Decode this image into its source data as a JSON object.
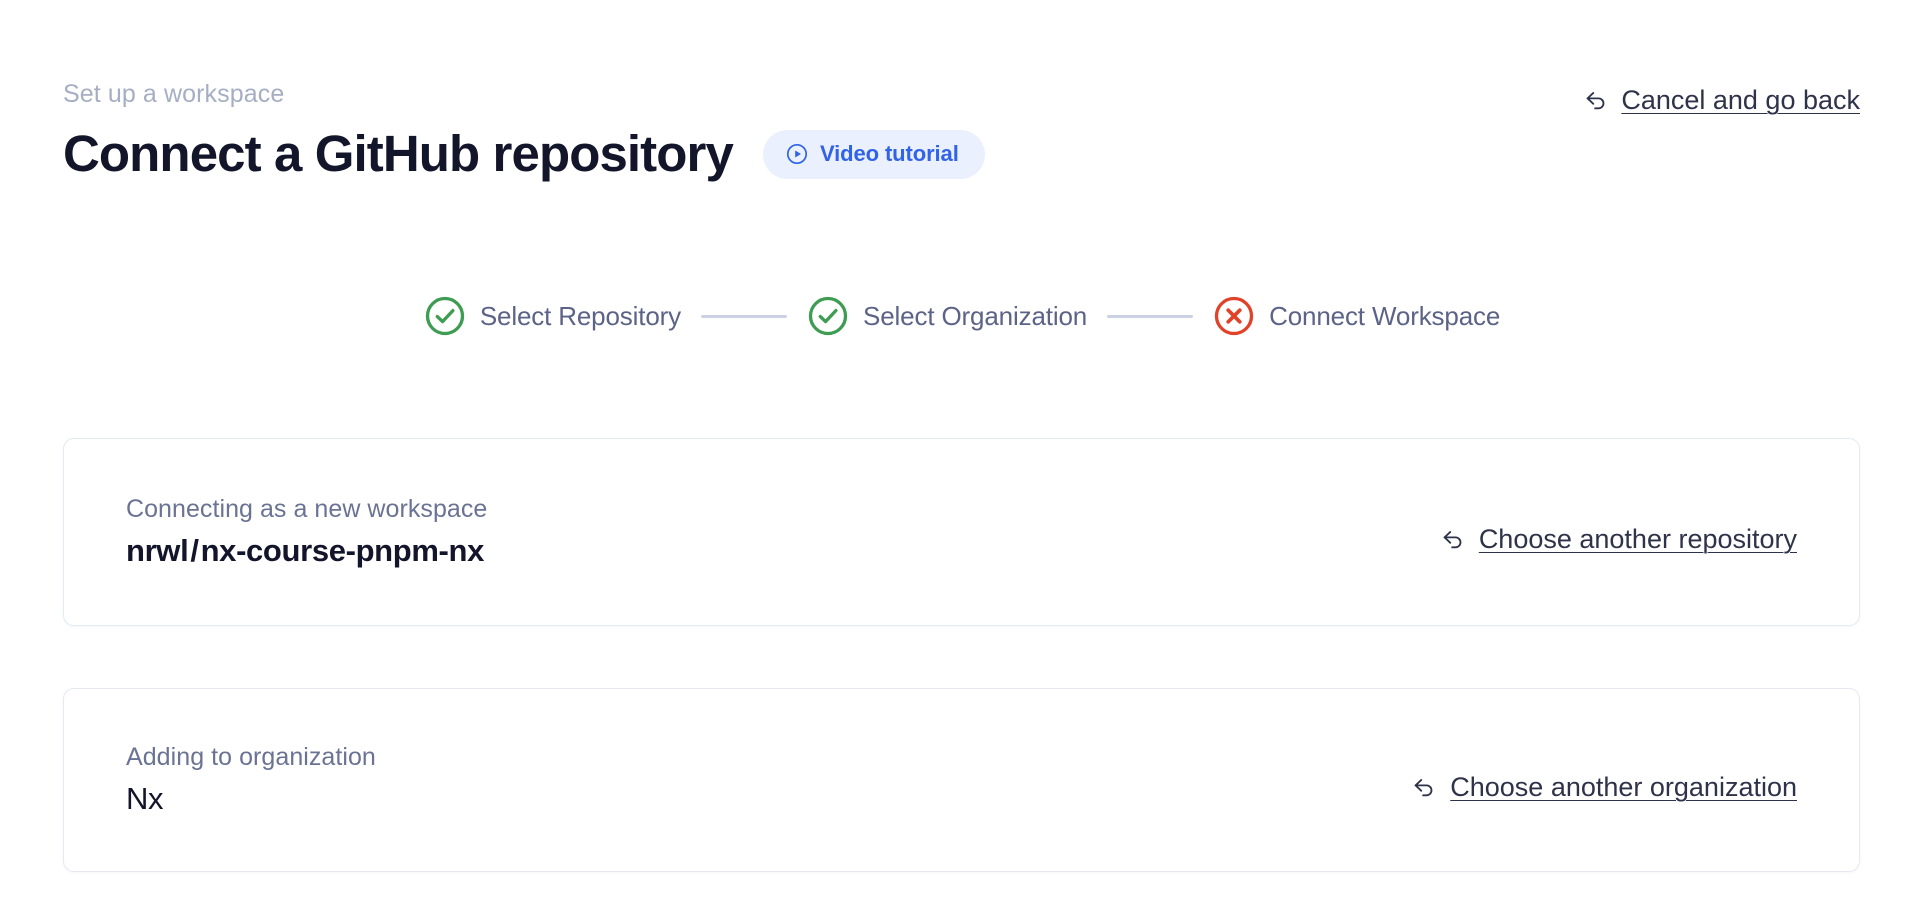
{
  "header": {
    "eyebrow": "Set up a workspace",
    "title": "Connect a GitHub repository",
    "video_badge": {
      "label": "Video tutorial",
      "icon": "play-circle-icon",
      "background": "#eaf0fd",
      "text_color": "#3063e8"
    },
    "cancel_link": {
      "label": "Cancel and go back",
      "icon": "back-arrow-icon"
    }
  },
  "stepper": {
    "connector_color": "#ccd2e3",
    "steps": [
      {
        "label": "Select Repository",
        "state": "complete",
        "icon": "check-circle-icon",
        "color": "#3f9c53"
      },
      {
        "label": "Select Organization",
        "state": "complete",
        "icon": "check-circle-icon",
        "color": "#3f9c53"
      },
      {
        "label": "Connect Workspace",
        "state": "error",
        "icon": "x-circle-icon",
        "color": "#e0422a"
      }
    ]
  },
  "cards": [
    {
      "caption": "Connecting as a new workspace",
      "owner": "nrwl",
      "separator": "/",
      "repo": "nx-course-pnpm-nx",
      "action": {
        "label": "Choose another repository",
        "icon": "back-arrow-icon"
      }
    },
    {
      "caption": "Adding to organization",
      "value": "Nx",
      "action": {
        "label": "Choose another organization",
        "icon": "back-arrow-icon"
      }
    }
  ]
}
